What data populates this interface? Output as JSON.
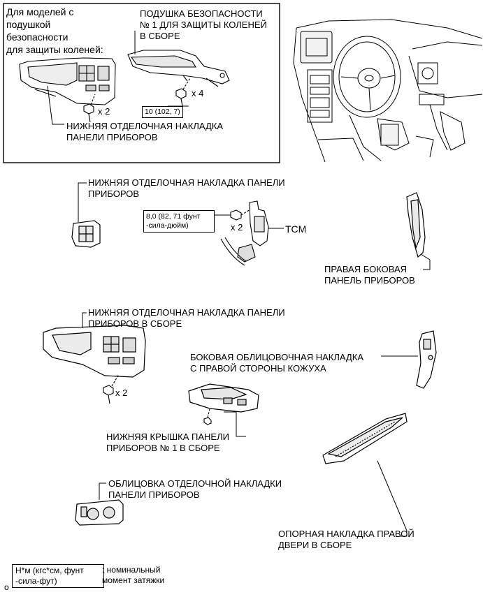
{
  "inset": {
    "heading": "Для моделей с\nподушкой\nбезопасности\nдля защиты коленей:",
    "airbag_label": "ПОДУШКА БЕЗОПАСНОСТИ\n№ 1 ДЛЯ ЗАЩИТЫ КОЛЕНЕЙ\nВ СБОРЕ",
    "qty_x4": "x 4",
    "qty_x2": "x 2",
    "torque": "10 (102, 7)",
    "panel_label": "НИЖНЯЯ ОТДЕЛОЧНАЯ НАКЛАДКА\nПАНЕЛИ ПРИБОРОВ"
  },
  "parts": {
    "lower_trim_panel": "НИЖНЯЯ ОТДЕЛОЧНАЯ НАКЛАДКА ПАНЕЛИ\nПРИБОРОВ",
    "tcm_torque": "8,0 (82, 71 фунт\n-сила-дюйм)",
    "tcm_qty": "x 2",
    "tcm": "TCM",
    "right_side_panel": "ПРАВАЯ БОКОВАЯ\nПАНЕЛЬ ПРИБОРОВ",
    "lower_trim_assembly": "НИЖНЯЯ ОТДЕЛОЧНАЯ НАКЛАДКА ПАНЕЛИ\nПРИБОРОВ В СБОРЕ",
    "assembly_qty": "x 2",
    "cowl_side_trim": "БОКОВАЯ ОБЛИЦОВОЧНАЯ НАКЛАДКА\nС ПРАВОЙ СТОРОНЫ КОЖУХА",
    "lower_cover": "НИЖНЯЯ КРЫШКА ПАНЕЛИ\nПРИБОРОВ № 1 В СБОРЕ",
    "finish_panel_bezel": "ОБЛИЦОВКА ОТДЕЛОЧНОЙ НАКЛАДКИ\nПАНЕЛИ ПРИБОРОВ",
    "door_scuff_plate": "ОПОРНАЯ НАКЛАДКА ПРАВОЙ\nДВЕРИ В СБОРЕ"
  },
  "legend": {
    "unit": "Н*м (кгс*см, фунт\n-сила-фут)",
    "meaning": ": номинальный\nмомент затяжки",
    "corner_mark": "o"
  }
}
